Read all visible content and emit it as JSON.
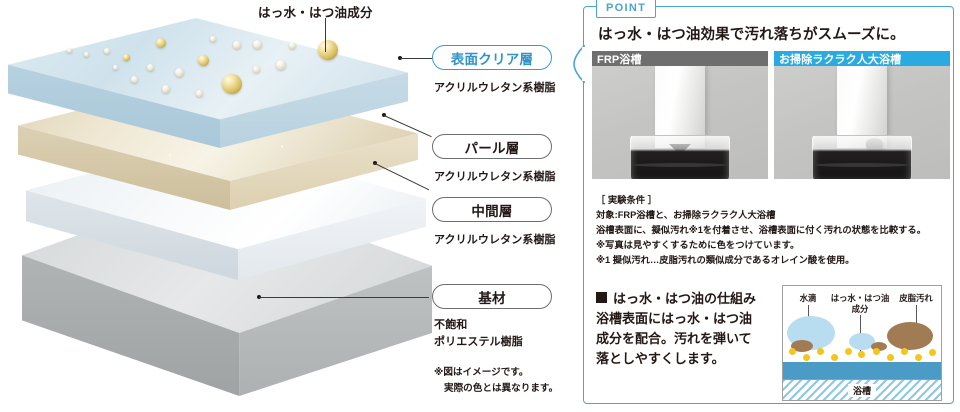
{
  "diagram": {
    "top_callout": "はっ水・はつ油成分",
    "layers": [
      {
        "pill": "表面クリア層",
        "material": "アクリルウレタン系樹脂"
      },
      {
        "pill": "パール層",
        "material": "アクリルウレタン系樹脂"
      },
      {
        "pill": "中間層",
        "material": "アクリルウレタン系樹脂"
      },
      {
        "pill": "基材",
        "material_line1": "不飽和",
        "material_line2": "ポリエステル樹脂"
      }
    ],
    "disclaimer_line1": "※図はイメージです。",
    "disclaimer_line2": "実際の色とは異なります。"
  },
  "point": {
    "badge": "POINT",
    "headline": "はっ水・はつ油効果で汚れ落ちがスムーズに。",
    "photos": [
      {
        "caption": "FRP浴槽",
        "header_color": "#6e6e6e"
      },
      {
        "caption": "お掃除ラクラク人大浴槽",
        "header_color": "#29abe2"
      }
    ],
    "conditions": [
      "［ 実験条件 ］",
      "対象:FRP浴槽と、お掃除ラクラク人大浴槽",
      "浴槽表面に、擬似汚れ※1を付着させ、浴槽表面に付く汚れの状態を比較する。",
      "※写真は見やすくするために色をつけています。",
      "※1 擬似汚れ…皮脂汚れの類似成分であるオレイン酸を使用。"
    ],
    "mechanism": {
      "heading": "はっ水・はつ油の仕組み",
      "body_line1": "浴槽表面にはっ水・はつ油",
      "body_line2": "成分を配合。汚れを弾いて",
      "body_line3": "落としやすくします。",
      "illustration": {
        "label_water": "水滴",
        "label_agent_line1": "はっ水・はつ油",
        "label_agent_line2": "成分",
        "label_grease": "皮脂汚れ",
        "label_tub": "浴槽"
      }
    }
  },
  "colors": {
    "accent_blue": "#4aa3d6",
    "pill_blue": "#2f93cc",
    "cyan_header": "#29abe2",
    "gray_header": "#6e6e6e",
    "coat_blue": "#4a9cc7",
    "agent_yellow": "#f5c518",
    "water_blue": "#b8ddf0",
    "grease_brown": "#a07b53",
    "text": "#231815"
  }
}
